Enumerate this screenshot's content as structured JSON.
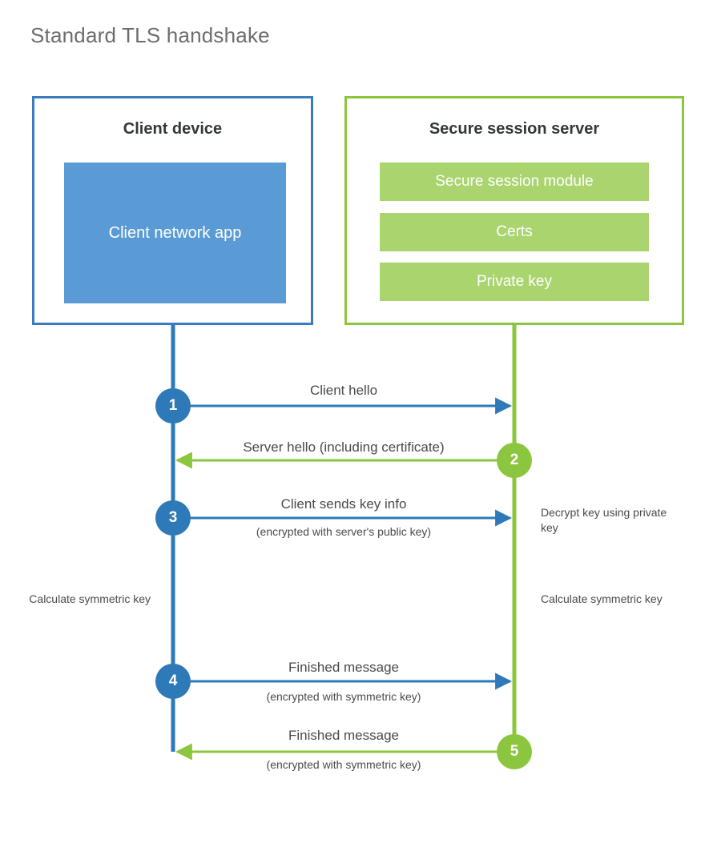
{
  "title": "Standard TLS handshake",
  "colors": {
    "client_border": "#3b7cc0",
    "client_fill": "#5b9bd5",
    "client_line": "#2e7ab8",
    "server_border": "#8cc63e",
    "server_fill": "#a9d46e",
    "server_line": "#8cc63e",
    "title_text": "#6d6d6d",
    "body_text": "#4a4a4a",
    "background": "#ffffff"
  },
  "client_party": {
    "title": "Client device",
    "app_label": "Client network app"
  },
  "server_party": {
    "title": "Secure session server",
    "blocks": [
      {
        "label": "Secure session module"
      },
      {
        "label": "Certs"
      },
      {
        "label": "Private key"
      }
    ]
  },
  "steps": [
    {
      "number": "1",
      "origin": "client",
      "direction": "client-to-server",
      "label": "Client hello",
      "sub_label": ""
    },
    {
      "number": "2",
      "origin": "server",
      "direction": "server-to-client",
      "label": "Server hello (including certificate)",
      "sub_label": ""
    },
    {
      "number": "3",
      "origin": "client",
      "direction": "client-to-server",
      "label": "Client sends key info",
      "sub_label": "(encrypted with server's public key)"
    },
    {
      "number": "4",
      "origin": "client",
      "direction": "client-to-server",
      "label": "Finished message",
      "sub_label": "(encrypted with symmetric key)"
    },
    {
      "number": "5",
      "origin": "server",
      "direction": "server-to-client",
      "label": "Finished message",
      "sub_label": "(encrypted with symmetric key)"
    }
  ],
  "annotations": {
    "server_decrypt": "Decrypt key using private key",
    "client_calculate": "Calculate symmetric key",
    "server_calculate": "Calculate symmetric key"
  }
}
